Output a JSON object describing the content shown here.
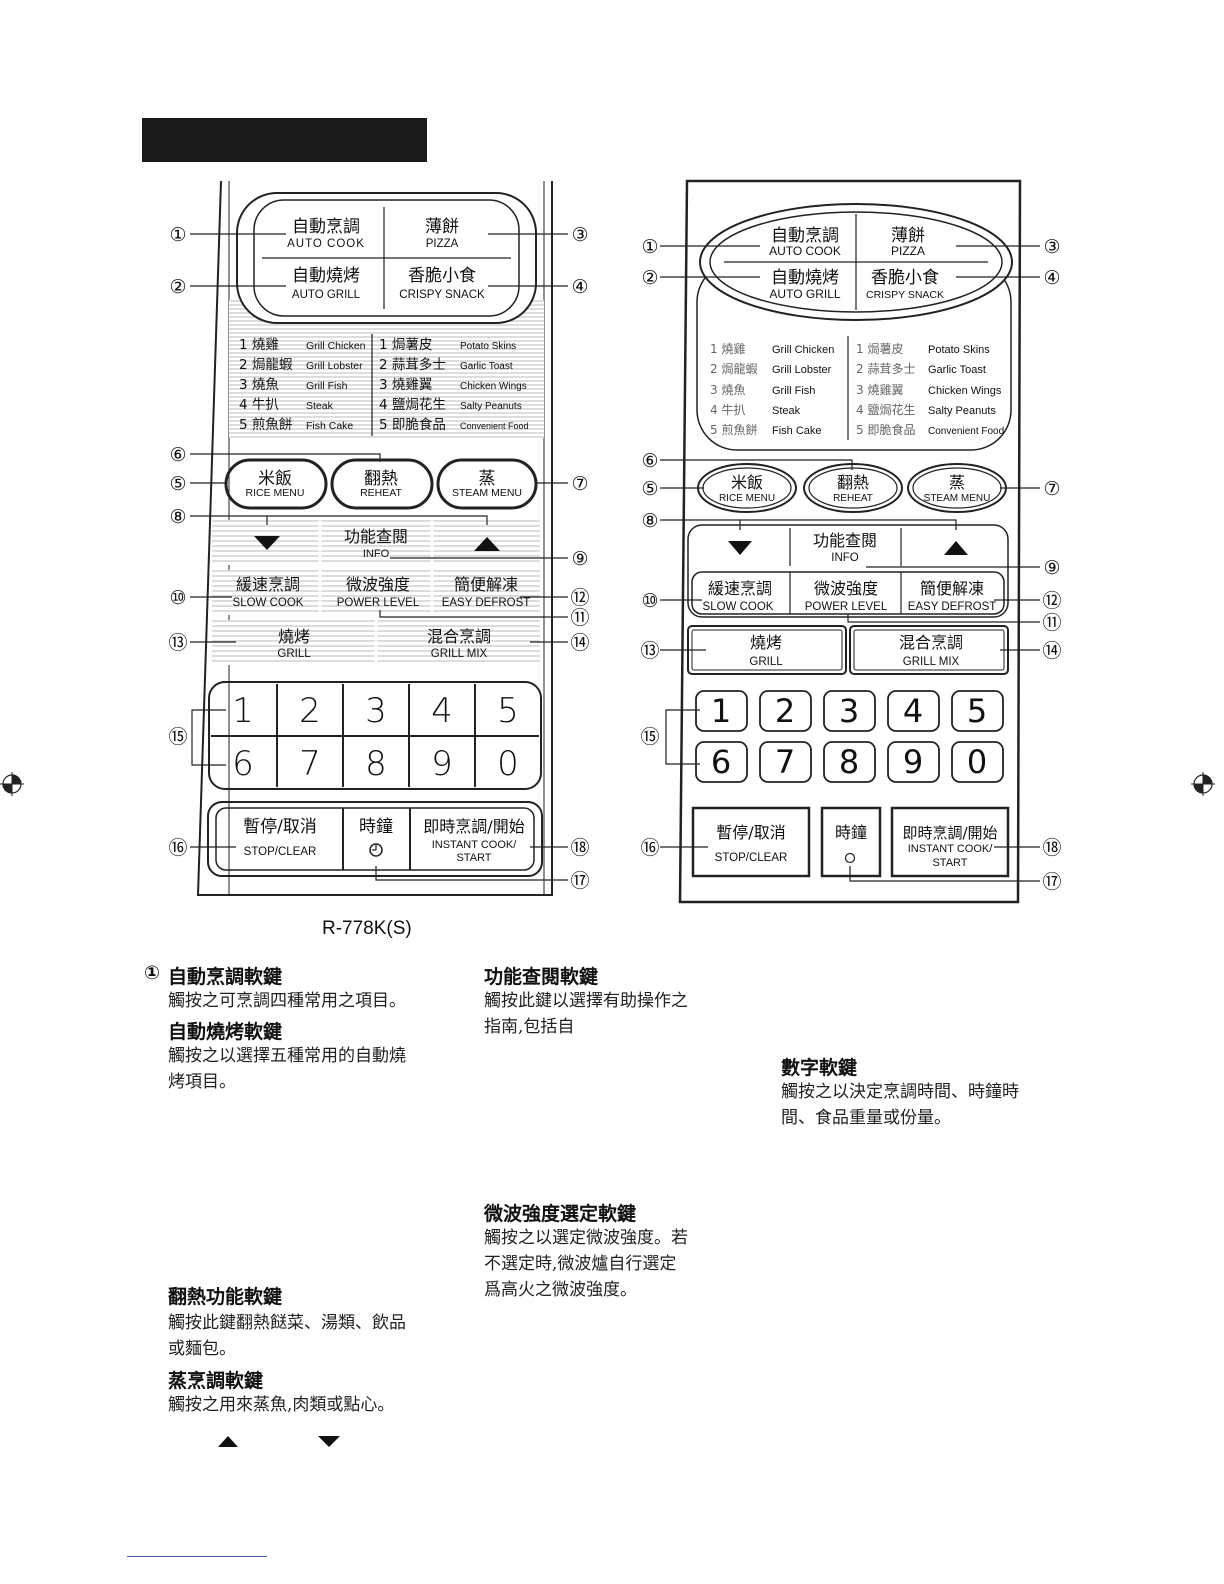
{
  "page": {
    "model_label": "R-778K(S)"
  },
  "panel": {
    "auto_cook_zh": "自動烹調",
    "auto_cook_en": "AUTO COOK",
    "pizza_zh": "薄餅",
    "pizza_en": "PIZZA",
    "auto_grill_zh": "自動燒烤",
    "auto_grill_en": "AUTO GRILL",
    "crispy_snack_zh": "香脆小食",
    "crispy_snack_en": "CRISPY SNACK",
    "grill_menu": [
      {
        "zh": "1 燒雞",
        "en": "Grill Chicken"
      },
      {
        "zh": "2 焗龍蝦",
        "en": "Grill Lobster"
      },
      {
        "zh": "3 燒魚",
        "en": "Grill Fish"
      },
      {
        "zh": "4 牛扒",
        "en": "Steak"
      },
      {
        "zh": "5 煎魚餅",
        "en": "Fish Cake"
      }
    ],
    "snack_menu": [
      {
        "zh": "1 焗薯皮",
        "en": "Potato Skins"
      },
      {
        "zh": "2 蒜茸多士",
        "en": "Garlic Toast"
      },
      {
        "zh": "3 燒雞翼",
        "en": "Chicken Wings"
      },
      {
        "zh": "4 鹽焗花生",
        "en": "Salty Peanuts"
      },
      {
        "zh": "5 即脆食品",
        "en": "Convenient Food"
      }
    ],
    "rice_zh": "米飯",
    "rice_en": "RICE MENU",
    "reheat_zh": "翻熱",
    "reheat_en": "REHEAT",
    "steam_zh": "蒸",
    "steam_en": "STEAM MENU",
    "info_zh": "功能查閱",
    "info_en": "INFO",
    "slow_zh": "緩速烹調",
    "slow_en": "SLOW COOK",
    "power_zh": "微波強度",
    "power_en": "POWER LEVEL",
    "defrost_zh": "簡便解凍",
    "defrost_en": "EASY DEFROST",
    "grill_zh": "燒烤",
    "grill_en": "GRILL",
    "grillmix_zh": "混合烹調",
    "grillmix_en": "GRILL MIX",
    "digits": [
      "1",
      "2",
      "3",
      "4",
      "5",
      "6",
      "7",
      "8",
      "9",
      "0"
    ],
    "stop_zh": "暫停/取消",
    "stop_en": "STOP/CLEAR",
    "clock_zh": "時鐘",
    "start_zh": "即時烹調/開始",
    "start_en1": "INSTANT COOK/",
    "start_en2": "START",
    "callouts": [
      "①",
      "②",
      "③",
      "④",
      "⑤",
      "⑥",
      "⑦",
      "⑧",
      "⑨",
      "⑩",
      "⑪",
      "⑫",
      "⑬",
      "⑭",
      "⑮",
      "⑯",
      "⑰",
      "⑱"
    ]
  },
  "descriptions": {
    "col1": {
      "num": "①",
      "auto_cook_title": "自動烹調軟鍵",
      "auto_cook_body1": "觸按之可烹調四種常用之項目。",
      "auto_grill_title": "自動燒烤軟鍵",
      "auto_grill_body1": "觸按之以選擇五種常用的自動燒",
      "auto_grill_body2": "烤項目。",
      "reheat_title": "翻熱功能軟鍵",
      "reheat_body1": "觸按此鍵翻熱餸菜、湯類、飲品",
      "reheat_body2": "或麵包。",
      "steam_title": "蒸烹調軟鍵",
      "steam_body1": "觸按之用來蒸魚,肉類或點心。"
    },
    "col2": {
      "info_title": "功能查閱軟鍵",
      "info_body1": "觸按此鍵以選擇有助操作之",
      "info_body2": "指南,包括自",
      "power_title": "微波強度選定軟鍵",
      "power_body1": "觸按之以選定微波強度。若",
      "power_body2": "不選定時,微波爐自行選定",
      "power_body3": "爲高火之微波強度。"
    },
    "col3": {
      "digit_title": "數字軟鍵",
      "digit_body1": "觸按之以決定烹調時間、時鐘時",
      "digit_body2": "間、食品重量或份量。"
    }
  }
}
